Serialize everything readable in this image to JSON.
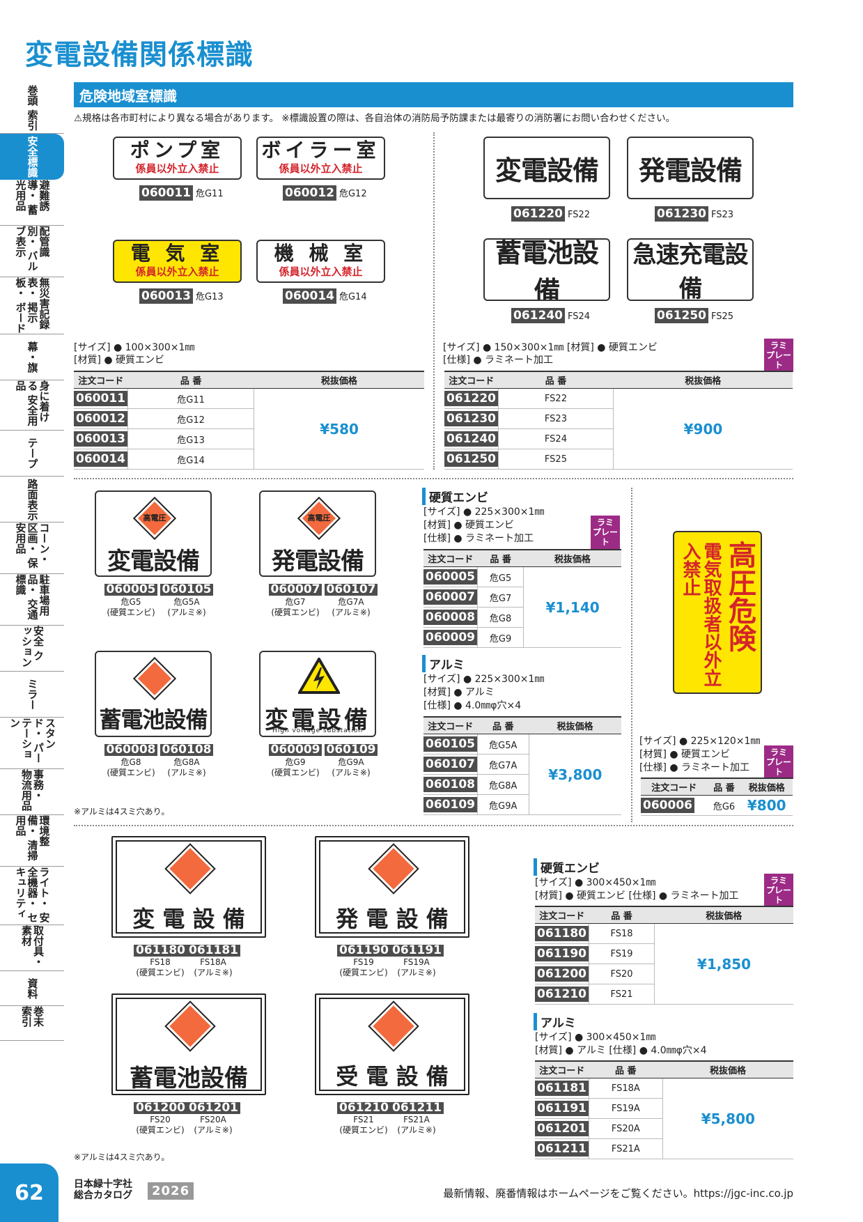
{
  "page": {
    "title": "変電設備関係標識",
    "number": "62",
    "catalog": "日本緑十字社\n総合カタログ",
    "year": "2026",
    "footer": "最新情報、廃番情報はホームページをご覧ください。https://jgc-inc.co.jp"
  },
  "sidebar": [
    {
      "label": "巻頭 索引"
    },
    {
      "label": "安全標識"
    },
    {
      "label": "避難誘導・ 蓄光用品"
    },
    {
      "label": "配管識別・ バルブ表示"
    },
    {
      "label": "無災害記録表・ 掲示板・ ボード"
    },
    {
      "label": "幕・旗"
    },
    {
      "label": "身に着ける 安全用品"
    },
    {
      "label": "テープ"
    },
    {
      "label": "路面表示"
    },
    {
      "label": "コーン・区画・ 保安用品"
    },
    {
      "label": "駐車場用品・ 交通標識"
    },
    {
      "label": "安全 クッション"
    },
    {
      "label": "ミラー"
    },
    {
      "label": "スタンド・ パーテーション"
    },
    {
      "label": "事務・ 物流用品"
    },
    {
      "label": "環境整備・ 清掃用品"
    },
    {
      "label": "ライト・ 安全機器・ セキュリティ"
    },
    {
      "label": "取付具・ 素材"
    },
    {
      "label": "資料"
    },
    {
      "label": "巻末 索引"
    }
  ],
  "section": {
    "title": "危険地域室標識",
    "notice": "⚠規格は各市町村により異なる場合があります。 ※標識設置の際は、各自治体の消防局予防課または最寄りの消防署にお問い合わせください。"
  },
  "g1": {
    "signs": [
      {
        "main": "ポンプ室",
        "sub": "係員以外立入禁止",
        "code": "060011",
        "model": "危G11",
        "bg": "#ffffff"
      },
      {
        "main": "ボイラー室",
        "sub": "係員以外立入禁止",
        "code": "060012",
        "model": "危G12",
        "bg": "#ffffff"
      },
      {
        "main": "電 気 室",
        "sub": "係員以外立入禁止",
        "code": "060013",
        "model": "危G13",
        "bg": "#ffe600"
      },
      {
        "main": "機 械 室",
        "sub": "係員以外立入禁止",
        "code": "060014",
        "model": "危G14",
        "bg": "#ffffff"
      }
    ],
    "spec1": "[サイズ] ● 100×300×1㎜",
    "spec2": "[材質] ● 硬質エンビ",
    "headers": [
      "注文コード",
      "品 番",
      "税抜価格"
    ],
    "rows": [
      [
        "060011",
        "危G11"
      ],
      [
        "060012",
        "危G12"
      ],
      [
        "060013",
        "危G13"
      ],
      [
        "060014",
        "危G14"
      ]
    ],
    "price": "¥580"
  },
  "g2": {
    "signs": [
      {
        "main": "変電設備",
        "code": "061220",
        "model": "FS22"
      },
      {
        "main": "発電設備",
        "code": "061230",
        "model": "FS23"
      },
      {
        "main": "蓄電池設備",
        "code": "061240",
        "model": "FS24"
      },
      {
        "main": "急速充電設備",
        "code": "061250",
        "model": "FS25"
      }
    ],
    "spec1": "[サイズ] ● 150×300×1㎜ [材質] ● 硬質エンビ",
    "spec2": "[仕様] ● ラミネート加工",
    "lami": "ラミ プレート",
    "headers": [
      "注文コード",
      "品 番",
      "税抜価格"
    ],
    "rows": [
      [
        "061220",
        "FS22"
      ],
      [
        "061230",
        "FS23"
      ],
      [
        "061240",
        "FS24"
      ],
      [
        "061250",
        "FS25"
      ]
    ],
    "price": "¥900"
  },
  "g3": {
    "signs": [
      {
        "main": "変電設備",
        "badge": "高電圧",
        "codes": [
          "060005",
          "060105"
        ],
        "models": [
          "危G5",
          "危G5A"
        ],
        "mats": [
          "(硬質エンビ)",
          "(アルミ※)"
        ]
      },
      {
        "main": "発電設備",
        "badge": "高電圧",
        "codes": [
          "060007",
          "060107"
        ],
        "models": [
          "危G7",
          "危G7A"
        ],
        "mats": [
          "(硬質エンビ)",
          "(アルミ※)"
        ]
      },
      {
        "main": "蓄電池設備",
        "badge": "",
        "codes": [
          "060008",
          "060108"
        ],
        "models": [
          "危G8",
          "危G8A"
        ],
        "mats": [
          "(硬質エンビ)",
          "(アルミ※)"
        ]
      },
      {
        "main": "変電設備",
        "badge": "",
        "en": "High voltage substation",
        "codes": [
          "060009",
          "060109"
        ],
        "models": [
          "危G9",
          "危G9A"
        ],
        "mats": [
          "(硬質エンビ)",
          "(アルミ※)"
        ]
      }
    ],
    "note": "※アルミは4スミ穴あり。",
    "pvc": {
      "title": "硬質エンビ",
      "spec1": "[サイズ] ● 225×300×1㎜",
      "spec2": "[材質] ● 硬質エンビ",
      "spec3": "[仕様] ● ラミネート加工",
      "lami": "ラミ プレート",
      "rows": [
        [
          "060005",
          "危G5"
        ],
        [
          "060007",
          "危G7"
        ],
        [
          "060008",
          "危G8"
        ],
        [
          "060009",
          "危G9"
        ]
      ],
      "price": "¥1,140"
    },
    "alu": {
      "title": "アルミ",
      "spec1": "[サイズ] ● 225×300×1㎜",
      "spec2": "[材質] ● アルミ",
      "spec3": "[仕様] ● 4.0㎜φ穴×4",
      "rows": [
        [
          "060105",
          "危G5A"
        ],
        [
          "060107",
          "危G7A"
        ],
        [
          "060108",
          "危G8A"
        ],
        [
          "060109",
          "危G9A"
        ]
      ],
      "price": "¥3,800"
    },
    "headers": [
      "注文コード",
      "品 番",
      "税抜価格"
    ]
  },
  "g4": {
    "sign_main": "高圧危険",
    "sign_sub": "電気取扱者以外立入禁止",
    "spec1": "[サイズ] ● 225×120×1㎜",
    "spec2": "[材質] ● 硬質エンビ",
    "spec3": "[仕様] ● ラミネート加工",
    "lami": "ラミ プレート",
    "headers": [
      "注文コード",
      "品 番",
      "税抜価格"
    ],
    "row": [
      "060006",
      "危G6",
      "¥800"
    ]
  },
  "g5": {
    "signs": [
      {
        "main": "変 電 設 備",
        "codes": [
          "061180",
          "061181"
        ],
        "models": [
          "FS18",
          "FS18A"
        ],
        "mats": [
          "(硬質エンビ)",
          "(アルミ※)"
        ]
      },
      {
        "main": "発 電 設 備",
        "codes": [
          "061190",
          "061191"
        ],
        "models": [
          "FS19",
          "FS19A"
        ],
        "mats": [
          "(硬質エンビ)",
          "(アルミ※)"
        ]
      },
      {
        "main": "蓄電池設備",
        "codes": [
          "061200",
          "061201"
        ],
        "models": [
          "FS20",
          "FS20A"
        ],
        "mats": [
          "(硬質エンビ)",
          "(アルミ※)"
        ]
      },
      {
        "main": "受 電 設 備",
        "codes": [
          "061210",
          "061211"
        ],
        "models": [
          "FS21",
          "FS21A"
        ],
        "mats": [
          "(硬質エンビ)",
          "(アルミ※)"
        ]
      }
    ],
    "note": "※アルミは4スミ穴あり。",
    "pvc": {
      "title": "硬質エンビ",
      "spec1": "[サイズ] ● 300×450×1㎜",
      "spec2": "[材質] ● 硬質エンビ [仕様] ● ラミネート加工",
      "lami": "ラミ プレート",
      "rows": [
        [
          "061180",
          "FS18"
        ],
        [
          "061190",
          "FS19"
        ],
        [
          "061200",
          "FS20"
        ],
        [
          "061210",
          "FS21"
        ]
      ],
      "price": "¥1,850"
    },
    "alu": {
      "title": "アルミ",
      "spec1": "[サイズ] ● 300×450×1㎜",
      "spec2": "[材質] ● アルミ [仕様] ● 4.0㎜φ穴×4",
      "rows": [
        [
          "061181",
          "FS18A"
        ],
        [
          "061191",
          "FS19A"
        ],
        [
          "061201",
          "FS20A"
        ],
        [
          "061211",
          "FS21A"
        ]
      ],
      "price": "¥5,800"
    },
    "headers": [
      "注文コード",
      "品 番",
      "税抜価格"
    ]
  },
  "colors": {
    "accent": "#1a8fd0",
    "warning_red": "#d4242b",
    "sign_orange": "#f26a3d",
    "lami_purple": "#9c2b86",
    "yellow": "#ffe600"
  }
}
